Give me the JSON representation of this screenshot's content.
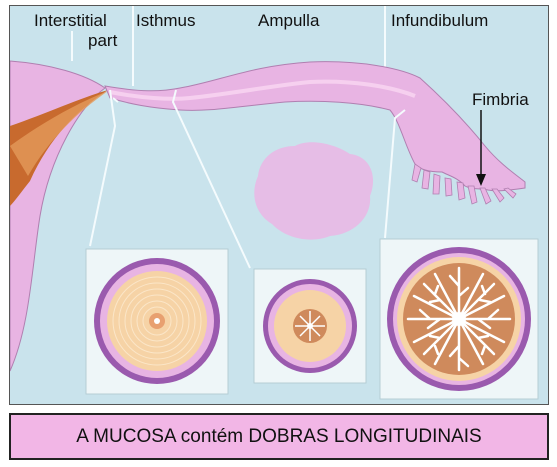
{
  "labels": {
    "interstitial_line1": "Interstitial",
    "interstitial_line2": "part",
    "isthmus": "Isthmus",
    "ampulla": "Ampulla",
    "infundibulum": "Infundibulum",
    "fimbria": "Fimbria"
  },
  "caption": "A MUCOSA contém DOBRAS LONGITUDINAIS",
  "colors": {
    "background": "#c9e3ec",
    "tube": "#e8b4e3",
    "serosa": "#8a4a9c",
    "muscle": "#f6d3a6",
    "mucosa": "#cf8a5c",
    "ovary": "#e9b8e6",
    "caption_bg": "#f2b6e6"
  }
}
